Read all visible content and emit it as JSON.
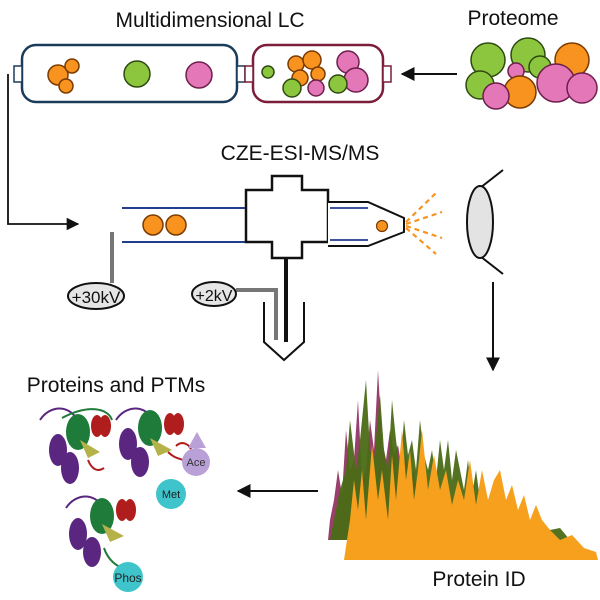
{
  "labels": {
    "lc": "Multidimensional LC",
    "proteome": "Proteome",
    "cze": "CZE-ESI-MS/MS",
    "v_high": "+30kV",
    "v_low": "+2kV",
    "ptms": "Proteins and PTMs",
    "protein_id": "Protein ID",
    "ace": "Ace",
    "met": "Met",
    "phos": "Phos"
  },
  "colors": {
    "orange": "#f7931e",
    "green": "#8cc63f",
    "pink": "#e377b8",
    "column1_border": "#1b3b5a",
    "column2_border": "#7a1e3a",
    "capillary": "#1f3e8c",
    "spectrum_maroon": "#8e2a5c",
    "spectrum_olive": "#4b6b16",
    "spectrum_orange": "#f7a01e",
    "helix_red": "#b01d1d",
    "helix_green": "#1e7b3a",
    "helix_purple": "#5a2680",
    "sheet_khaki": "#b5b24a",
    "ptm_cyan": "#40c4cc",
    "ptm_lilac": "#b9a0d6"
  }
}
